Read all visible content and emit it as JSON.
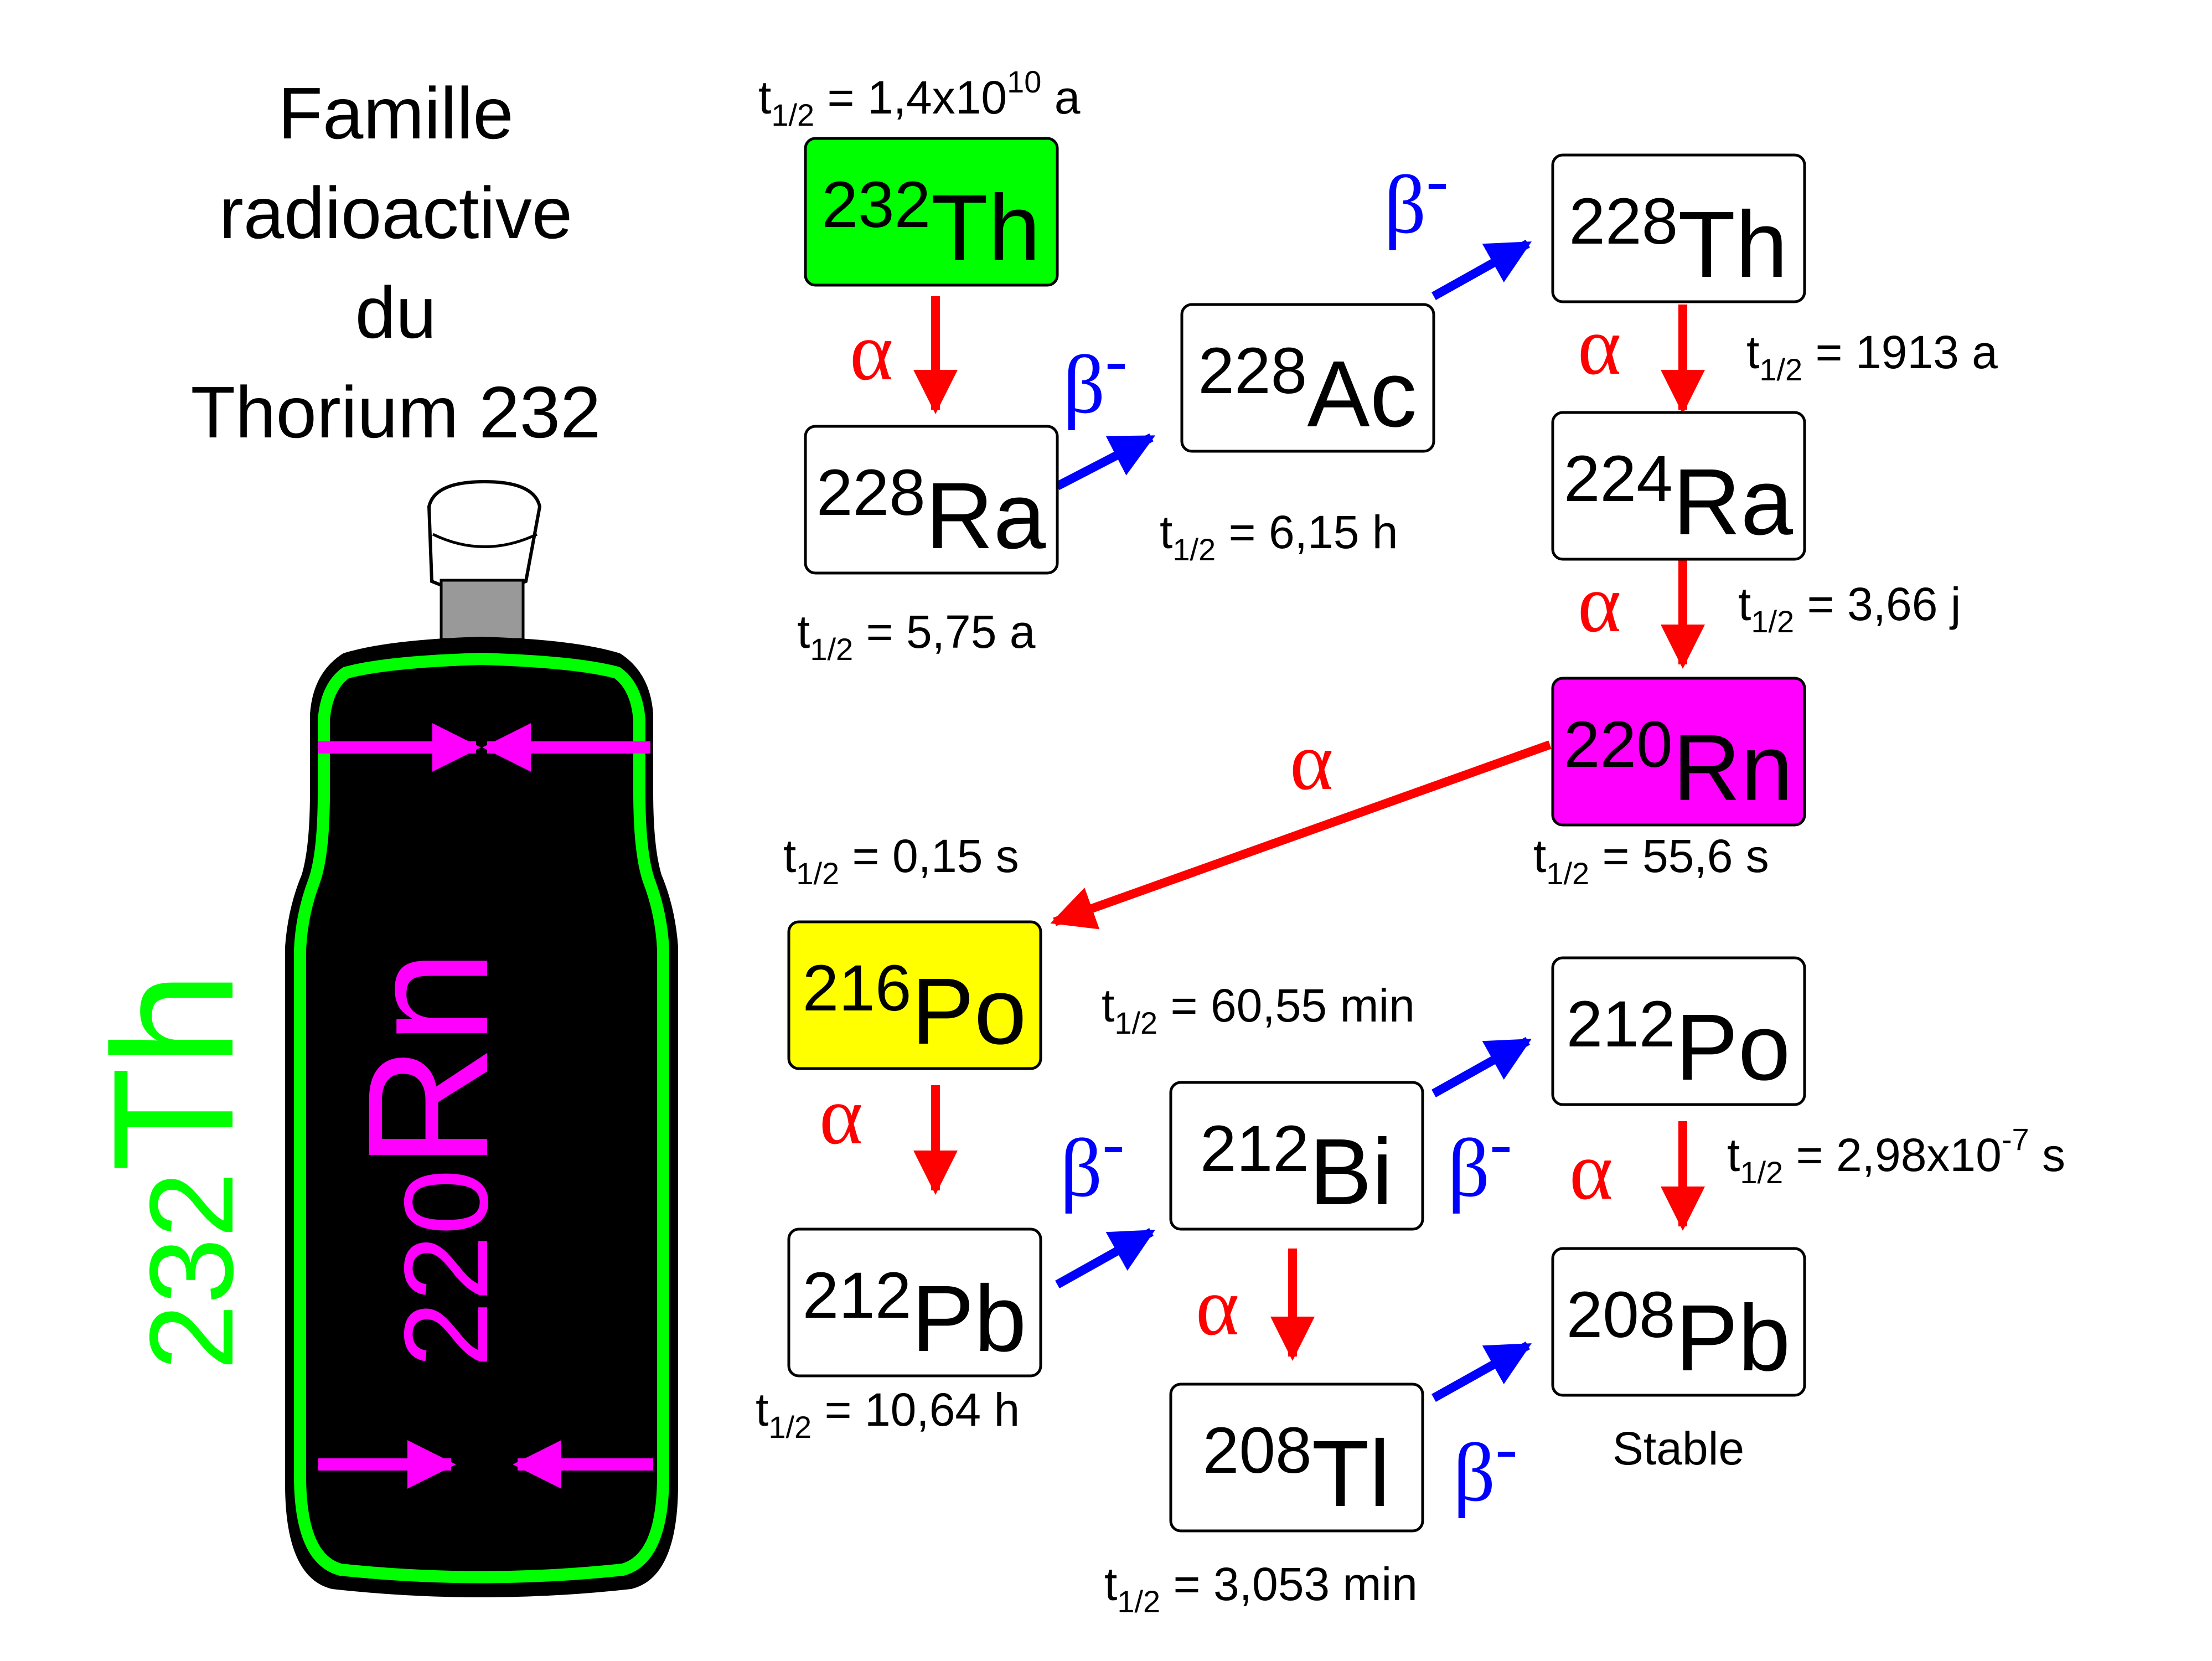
{
  "title": {
    "lines": [
      "Famille",
      "radioactive",
      "du",
      "Thorium 232"
    ]
  },
  "colors": {
    "green": "#00ff00",
    "magenta": "#ff00ff",
    "yellow": "#ffff00",
    "alpha": "#ff0000",
    "beta": "#0000ff",
    "bottle": "#000000",
    "neck": "#999999",
    "cap": "#ffffff"
  },
  "bottle": {
    "outer_label": {
      "mass": "232",
      "element": "Th"
    },
    "inner_label": {
      "mass": "220",
      "element": "Rn"
    },
    "icon": "gas-cylinder-icon"
  },
  "decay_labels": {
    "alpha": "α",
    "beta": "β",
    "beta_sign": "-"
  },
  "half_life_prefix": {
    "t": "t",
    "sub": "1/2",
    "eq": " = "
  },
  "nuclides": [
    {
      "id": "th232",
      "mass": "232",
      "element": "Th",
      "half_life": "1,4x10",
      "half_life_exp": "10",
      "half_life_unit": " a",
      "fill": "#00ff00"
    },
    {
      "id": "ra228",
      "mass": "228",
      "element": "Ra",
      "half_life": "5,75 a",
      "fill": "#ffffff"
    },
    {
      "id": "ac228",
      "mass": "228",
      "element": "Ac",
      "half_life": "6,15 h",
      "fill": "#ffffff"
    },
    {
      "id": "th228",
      "mass": "228",
      "element": "Th",
      "half_life": "1913 a",
      "fill": "#ffffff"
    },
    {
      "id": "ra224",
      "mass": "224",
      "element": "Ra",
      "half_life": "3,66 j",
      "fill": "#ffffff"
    },
    {
      "id": "rn220",
      "mass": "220",
      "element": "Rn",
      "half_life": "55,6 s",
      "fill": "#ff00ff"
    },
    {
      "id": "po216",
      "mass": "216",
      "element": "Po",
      "half_life": "0,15 s",
      "fill": "#ffff00"
    },
    {
      "id": "pb212",
      "mass": "212",
      "element": "Pb",
      "half_life": "10,64 h",
      "fill": "#ffffff"
    },
    {
      "id": "bi212",
      "mass": "212",
      "element": "Bi",
      "half_life": "60,55 min",
      "fill": "#ffffff"
    },
    {
      "id": "po212",
      "mass": "212",
      "element": "Po",
      "half_life": "2,98x10",
      "half_life_exp": "-7",
      "half_life_unit": " s",
      "fill": "#ffffff"
    },
    {
      "id": "tl208",
      "mass": "208",
      "element": "Tl",
      "half_life": "3,053 min",
      "fill": "#ffffff"
    },
    {
      "id": "pb208",
      "mass": "208",
      "element": "Pb",
      "stable_label": "Stable",
      "fill": "#ffffff"
    }
  ],
  "decays": [
    {
      "from": "th232",
      "to": "ra228",
      "mode": "alpha"
    },
    {
      "from": "ra228",
      "to": "ac228",
      "mode": "beta"
    },
    {
      "from": "ac228",
      "to": "th228",
      "mode": "beta"
    },
    {
      "from": "th228",
      "to": "ra224",
      "mode": "alpha"
    },
    {
      "from": "ra224",
      "to": "rn220",
      "mode": "alpha"
    },
    {
      "from": "rn220",
      "to": "po216",
      "mode": "alpha"
    },
    {
      "from": "po216",
      "to": "pb212",
      "mode": "alpha"
    },
    {
      "from": "pb212",
      "to": "bi212",
      "mode": "beta"
    },
    {
      "from": "bi212",
      "to": "po212",
      "mode": "beta"
    },
    {
      "from": "bi212",
      "to": "tl208",
      "mode": "alpha"
    },
    {
      "from": "po212",
      "to": "pb208",
      "mode": "alpha"
    },
    {
      "from": "tl208",
      "to": "pb208",
      "mode": "beta"
    }
  ]
}
